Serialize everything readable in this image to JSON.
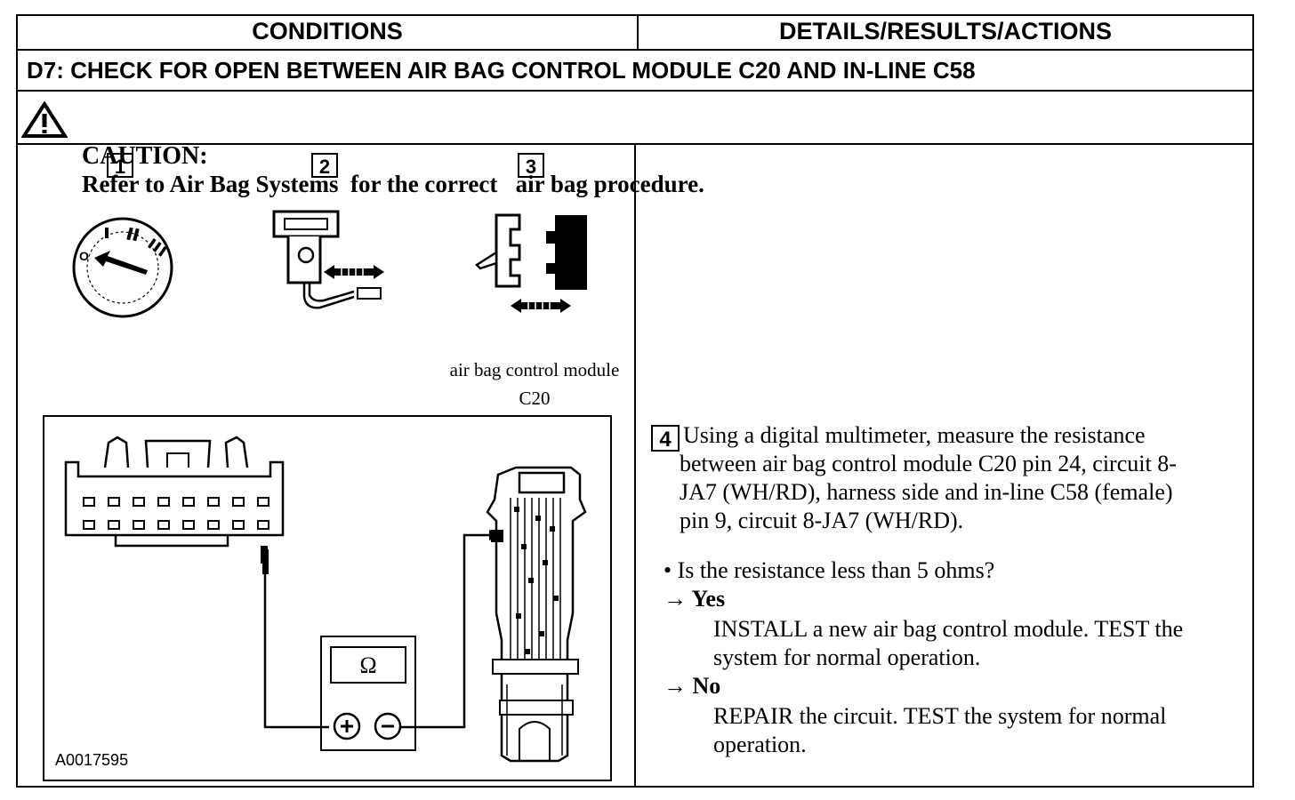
{
  "header": {
    "conditions": "CONDITIONS",
    "details": "DETAILS/RESULTS/ACTIONS"
  },
  "test_step": {
    "title": "D7: CHECK FOR OPEN BETWEEN AIR BAG CONTROL MODULE C20 AND IN-LINE C58"
  },
  "caution": {
    "label": "CAUTION:",
    "text": "Refer to Air Bag Systems  for the correct   air bag procedure."
  },
  "steps": {
    "s1": "1",
    "s2": "2",
    "s3": "3",
    "s4": "4"
  },
  "illustration": {
    "module_label_line1": "air bag control module",
    "module_label_line2": "C20",
    "meter_symbol": "Ω",
    "figure_id": "A0017595"
  },
  "instruction": {
    "lines": [
      "Using a digital multimeter, measure the resistance",
      "between air bag control module C20 pin 24, circuit 8-",
      "JA7 (WH/RD), harness side and in-line C58 (female)",
      "pin 9, circuit 8-JA7 (WH/RD)."
    ],
    "question": "• Is the resistance less than 5 ohms?",
    "yes_label": "→ Yes",
    "yes_action_line1": "INSTALL a new air bag control module. TEST the",
    "yes_action_line2": "system for normal operation.",
    "no_label": "→ No",
    "no_action_line1": "REPAIR the circuit. TEST the system for normal",
    "no_action_line2": "operation."
  }
}
